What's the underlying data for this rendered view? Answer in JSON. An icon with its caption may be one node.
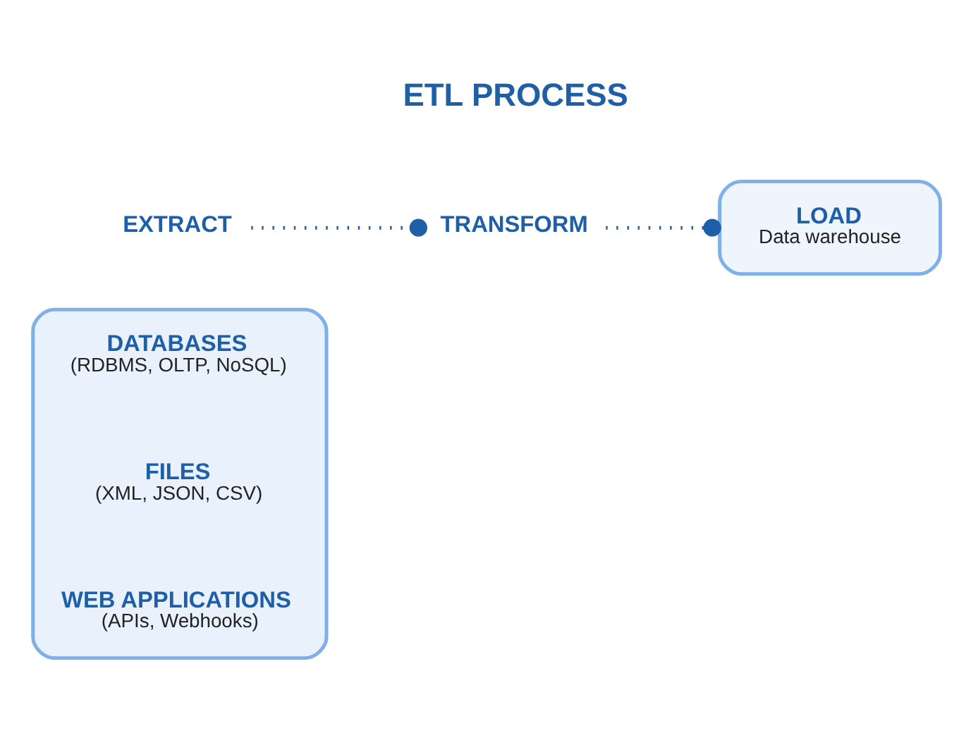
{
  "diagram": {
    "nodes": [
      {
        "text": [],
        "shape": "box"
      },
      {
        "text": [
          "DATABASES",
          "(RDBMS, OLTP, NoSQL)"
        ],
        "in": 0
      },
      {
        "text": [
          "FILES",
          "(XML, JSON, CSV)"
        ],
        "in": 0
      },
      {
        "text": [
          "WEB APPLICATIONS",
          "(APIs, Webhooks)"
        ],
        "in": 0
      },
      {
        "text": [
          "EXTRACT"
        ]
      },
      {
        "text": [
          "TRANSFORM"
        ]
      },
      {
        "text": [
          "LOAD",
          "Data warehouse"
        ]
      }
    ],
    "edges": [
      {
        "from": 4,
        "to": 5,
        "arrow": "other",
        "style": "dashed"
      },
      {
        "from": 5,
        "to": 6,
        "arrow": "other",
        "style": "dashed"
      }
    ],
    "labels": [
      "ETL PROCESS"
    ]
  }
}
